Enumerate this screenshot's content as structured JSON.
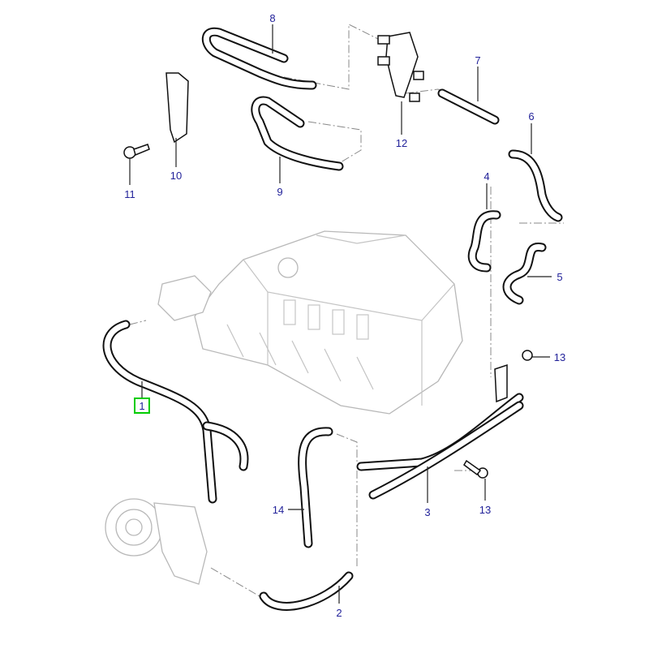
{
  "diagram": {
    "callouts": {
      "c1": "1",
      "c2": "2",
      "c3": "3",
      "c4": "4",
      "c5": "5",
      "c6": "6",
      "c7": "7",
      "c8": "8",
      "c9": "9",
      "c10": "10",
      "c11": "11",
      "c12": "12",
      "c13a": "13",
      "c13b": "13",
      "c14": "14"
    },
    "highlight_color": "#00cc00",
    "label_color": "#22229a"
  }
}
